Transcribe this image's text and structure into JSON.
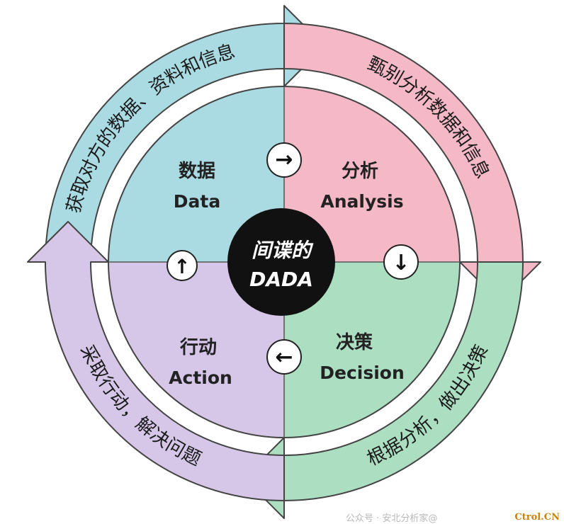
{
  "diagram": {
    "center": {
      "line1": "间谍的",
      "line2": "DADA"
    },
    "quadrants": {
      "data": {
        "zh": "数据",
        "en": "Data",
        "color": "#aadbe3"
      },
      "analysis": {
        "zh": "分析",
        "en": "Analysis",
        "color": "#f5b8c6"
      },
      "decision": {
        "zh": "决策",
        "en": "Decision",
        "color": "#acdfc2"
      },
      "action": {
        "zh": "行动",
        "en": "Action",
        "color": "#d6c7e8"
      }
    },
    "ring": {
      "top_left": "获取对方的数据、资料和信息",
      "top_right": "甄别分析数据和信息",
      "bottom_right": "根据分析，做出决策",
      "bottom_left": "采取行动，解决问题"
    },
    "arrows": {
      "right": "→",
      "down": "↓",
      "left": "←",
      "up": "↑"
    },
    "watermark": "公众号 · 安北分析家@",
    "brand": "Ctrol.CN"
  }
}
